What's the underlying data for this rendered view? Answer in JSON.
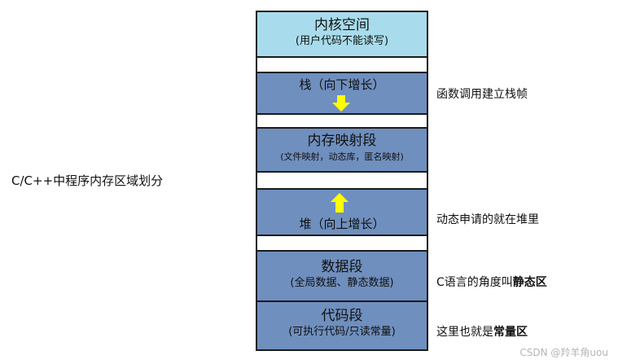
{
  "diagram_title": "C/C++中程序内存区域划分",
  "segments": {
    "kernel": {
      "title": "内核空间",
      "subtitle": "(用户代码不能读写)"
    },
    "stack": {
      "title": "栈（向下增长）"
    },
    "mmap": {
      "title": "内存映射段",
      "subtitle": "(文件映射，动态库，匿名映射)"
    },
    "heap": {
      "title": "堆（向上增长）"
    },
    "data": {
      "title": "数据段",
      "subtitle": "(全局数据、静态数据)"
    },
    "code": {
      "title": "代码段",
      "subtitle": "(可执行代码/只读常量)"
    }
  },
  "notes": {
    "stack_note": "函数调用建立栈帧",
    "heap_note": "动态申请的就在堆里",
    "data_note_prefix": "C语言的角度叫",
    "data_note_bold": "静态区",
    "code_note_prefix": "这里也就是",
    "code_note_bold": "常量区"
  },
  "watermark": "CSDN @羚羊角uou",
  "colors": {
    "kernel_fill": "#a8dcec",
    "segment_fill": "#6f8fbe",
    "arrow_fill": "#ffff00",
    "border": "#1a1a1a"
  },
  "icons": {
    "stack_arrow": "arrow-down-icon",
    "heap_arrow": "arrow-up-icon"
  }
}
